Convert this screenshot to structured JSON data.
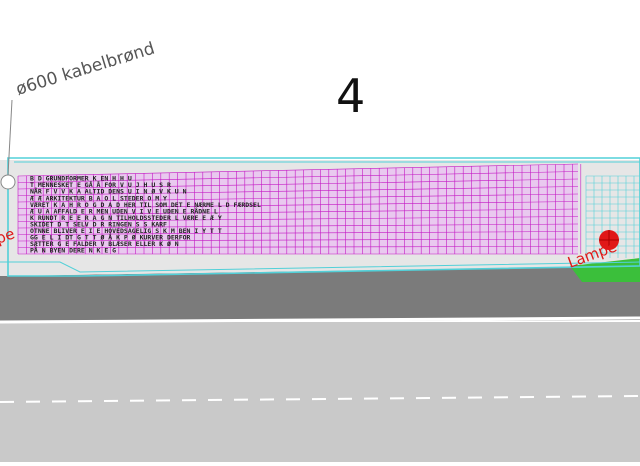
{
  "annotations": {
    "manhole_label": "ø600 kabelbrønd",
    "section_number": "4",
    "lamp_left_partial": "pe",
    "lamp_right": "Lampe"
  },
  "grid_rows": [
    "B  D GRUNDFORMER           K     EN      H H           U",
    "T      MENNESKET E   GÅ      Å    FOR   V  U J H    U S R",
    "NÅR     F V V    K  A  ALTID   DENS U     I  N Ø V    K U N",
    "Æ     Æ ARKITEKTUR B      A   O L        STEDER  O M Y",
    "VÆRET K  A H R O G D  A  D HER  TIL SOM DET     E NÆRME L D FÆRDSEL",
    "Æ     U A AFFALD E R MEN UDEN V    I  V E    UDEN   E  RÅDNE  L",
    "K     RUNDT  R E E R A  G  N TILHOLDSSTEDER  L     VÆRE  E  Æ Y",
    "SKIDET   D  T SELV   D      R       RINGEN          S  S KARF",
    "OTNNE     BLIVER  E  I E HOVEDSAGELIG  S  K M    BEN   I Y T T",
    "GG   E     L I DT G T      T    Ø Å    K P Ø        KURVER DERFOR",
    "SÆTTER      G  E          FALDER   V  BLÆSER ELLER     K Ø N",
    "PÅ  N      BYEN  DERE           N                K    E G"
  ],
  "colors": {
    "grid_line": "#c418c4",
    "grid_fill": "#e9c9ef",
    "cyan_outline": "#52d0d8",
    "road_dark": "#7b7b7b",
    "road_light": "#c9c9c9",
    "lamp_red": "#e01818",
    "label_red": "#e01818",
    "grass": "#3bbf3b"
  }
}
